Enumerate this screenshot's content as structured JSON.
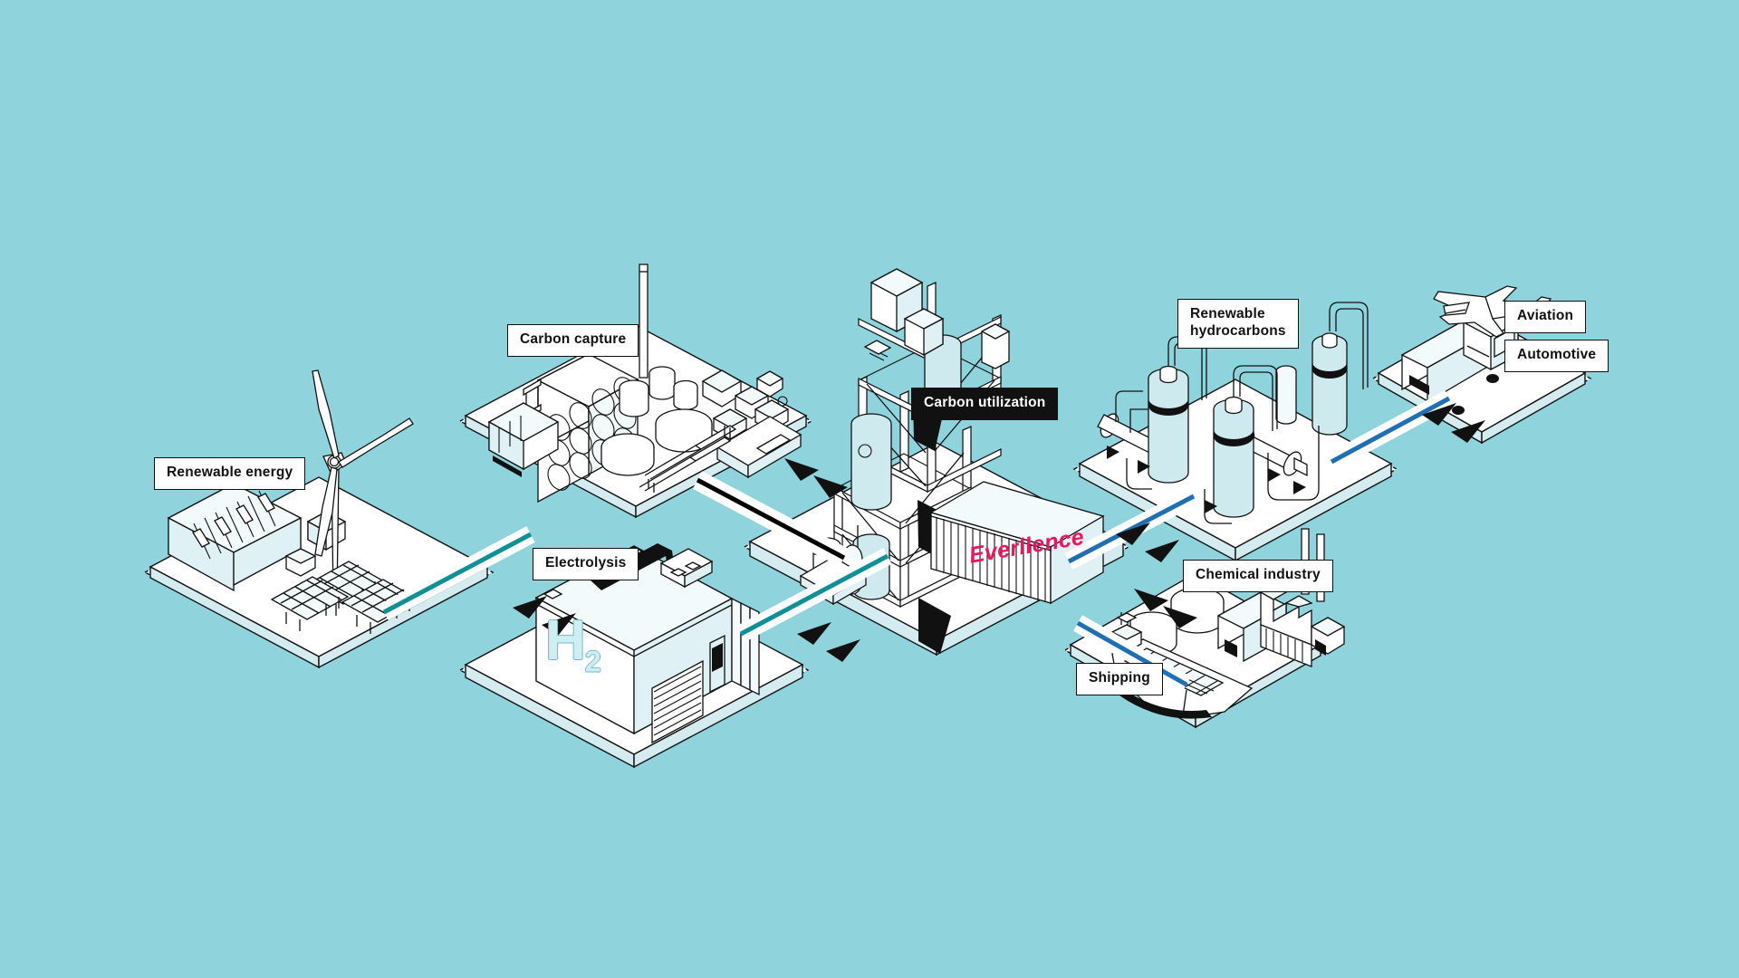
{
  "meta": {
    "diagram_title": "Power-to-X value chain",
    "background_color": "#8fd3dd",
    "accent_brand_color": "#e6185f",
    "pipe_colors": {
      "renewable_power": "#0f8f96",
      "carbon": "#000000",
      "product": "#1f6fb5"
    }
  },
  "labels": {
    "renewable_energy": "Renewable energy",
    "carbon_capture": "Carbon capture",
    "electrolysis": "Electrolysis",
    "carbon_utilization": "Carbon utilization",
    "renewable_hydrocarbons": "Renewable\nhydrocarbons",
    "aviation": "Aviation",
    "automotive": "Automotive",
    "chemical_industry": "Chemical industry",
    "shipping": "Shipping"
  },
  "annotations": {
    "brand_logo": "Everllence",
    "hydrogen_formula_main": "H",
    "hydrogen_formula_sub": "2"
  },
  "nodes": [
    {
      "id": "renewable-energy",
      "label": "Renewable energy",
      "icons": [
        "wind-turbine-icon",
        "hydro-plant-icon",
        "solar-panel-icon"
      ]
    },
    {
      "id": "carbon-capture",
      "label": "Carbon capture",
      "icons": [
        "direct-air-capture-icon",
        "smokestack-icon",
        "storage-tank-icon"
      ]
    },
    {
      "id": "electrolysis",
      "label": "Electrolysis",
      "icons": [
        "electrolyzer-icon",
        "hydrogen-icon"
      ]
    },
    {
      "id": "carbon-utilization",
      "label": "Carbon utilization",
      "icons": [
        "reactor-tower-icon",
        "container-icon"
      ]
    },
    {
      "id": "renewable-hydrocarbons",
      "label": "Renewable hydrocarbons",
      "icons": [
        "refinery-vessel-icon",
        "pipe-icon"
      ]
    },
    {
      "id": "aviation",
      "label": "Aviation",
      "icons": [
        "airplane-icon"
      ]
    },
    {
      "id": "automotive",
      "label": "Automotive",
      "icons": [
        "truck-icon"
      ]
    },
    {
      "id": "chemical-industry",
      "label": "Chemical industry",
      "icons": [
        "factory-icon",
        "tank-icon"
      ]
    },
    {
      "id": "shipping",
      "label": "Shipping",
      "icons": [
        "container-ship-icon"
      ]
    }
  ],
  "flows": [
    {
      "from": "renewable-energy",
      "to": "electrolysis",
      "color": "#0f8f96",
      "kind": "renewable-power"
    },
    {
      "from": "electrolysis",
      "to": "carbon-utilization",
      "color": "#0f8f96",
      "kind": "hydrogen"
    },
    {
      "from": "carbon-capture",
      "to": "carbon-utilization",
      "color": "#000000",
      "kind": "captured-carbon"
    },
    {
      "from": "carbon-utilization",
      "to": "renewable-hydrocarbons",
      "color": "#1f6fb5",
      "kind": "product"
    },
    {
      "from": "renewable-hydrocarbons",
      "to": "automotive",
      "color": "#1f6fb5",
      "kind": "product"
    },
    {
      "from": "carbon-utilization",
      "to": "chemical-industry",
      "color": "#1f6fb5",
      "kind": "product"
    }
  ]
}
